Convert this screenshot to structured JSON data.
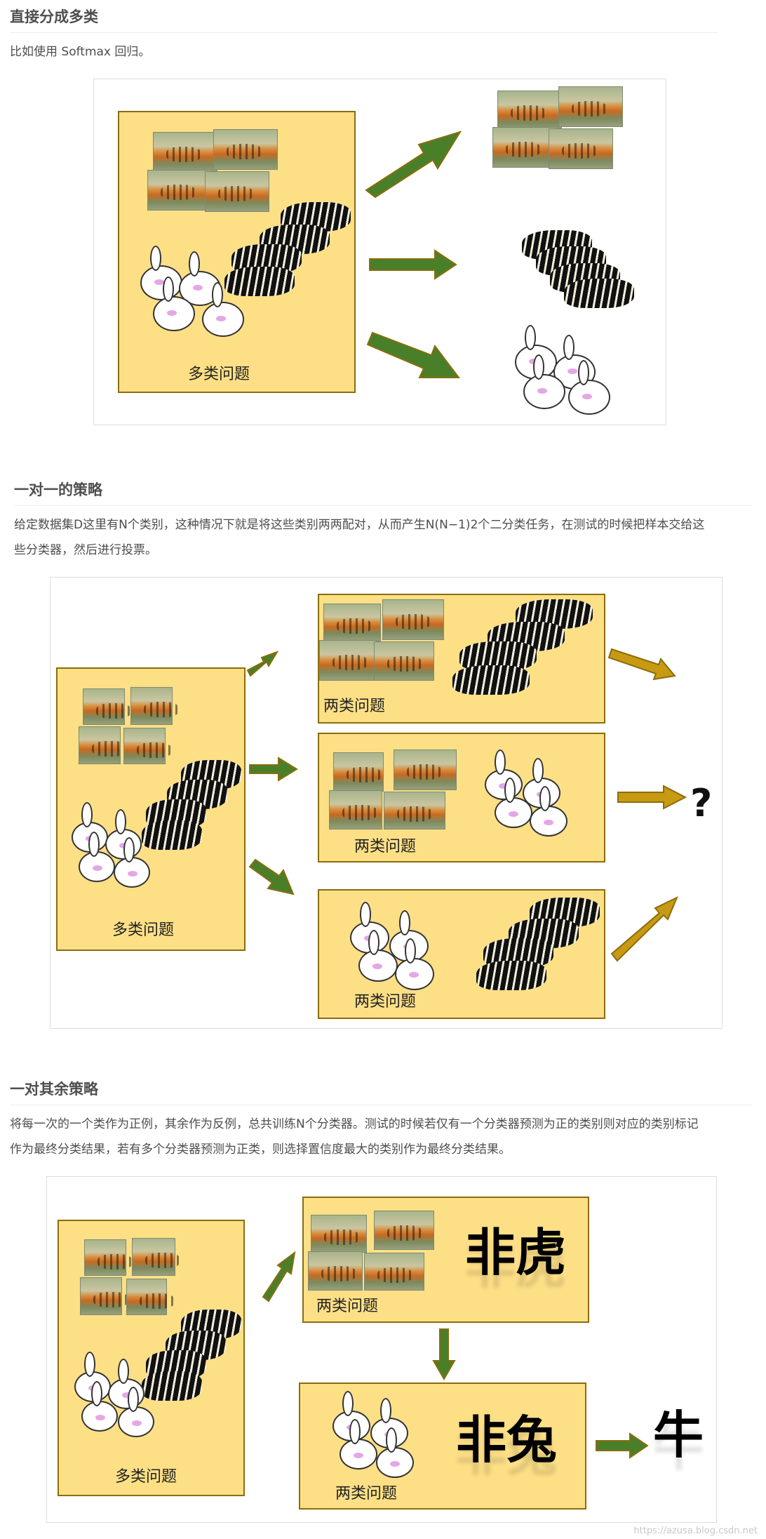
{
  "section1": {
    "heading": "直接分成多类",
    "text": "比如使用 Softmax 回归。",
    "box_label": "多类问题"
  },
  "section2": {
    "heading": "一对一的策略",
    "text_line1": "给定数据集D这里有N个类别，这种情况下就是将这些类别两两配对，从而产生N(N−1)2个二分类任务，在测试的时候把样本交给这",
    "text_line2": "些分类器，然后进行投票。",
    "box_label": "多类问题",
    "pair_label": "两类问题",
    "question_mark": "?"
  },
  "section3": {
    "heading": "一对其余策略",
    "text_line1": "将每一次的一个类作为正例，其余作为反例，总共训练N个分类器。测试的时候若仅有一个分类器预测为正的类别则对应的类别标记",
    "text_line2": "作为最终分类结果，若有多个分类器预测为正类，则选择置信度最大的类别作为最终分类结果。",
    "box_label": "多类问题",
    "pair_label": "两类问题",
    "not_tiger": "非虎",
    "not_rabbit": "非兔",
    "result": "牛"
  },
  "watermark": "https://azusa.blog.csdn.net",
  "colors": {
    "box_fill": "#fddf86",
    "box_border": "#8a6d0d",
    "arrow_green": "#4a7f2a",
    "arrow_gold": "#c79a12"
  }
}
